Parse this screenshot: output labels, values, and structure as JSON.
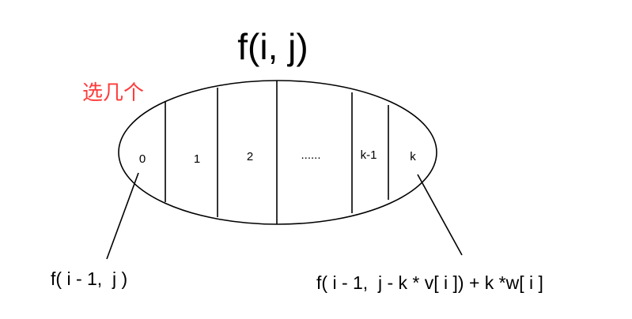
{
  "title": "f(i, j)",
  "annotation": "选几个",
  "colors": {
    "annotation": "#ff3b3b",
    "lines": "#000000",
    "background": "#ffffff"
  },
  "segments": [
    {
      "label": "0"
    },
    {
      "label": "1"
    },
    {
      "label": "2"
    },
    {
      "label": "......"
    },
    {
      "label": "k-1"
    },
    {
      "label": "k"
    }
  ],
  "formulas": {
    "left": "f( i - 1,  j )",
    "right": "f( i - 1,  j - k * v[ i ]) + k *w[ i ]"
  }
}
